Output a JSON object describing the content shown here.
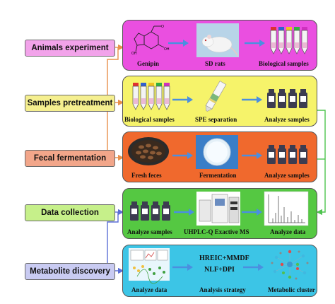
{
  "stages": [
    {
      "label": "Animals experiment",
      "color": "#f2a3ea"
    },
    {
      "label": "Samples pretreatment",
      "color": "#f5ef8f"
    },
    {
      "label": "Fecal fermentation",
      "color": "#f2a68a"
    },
    {
      "label": "Data collection",
      "color": "#c6f08a"
    },
    {
      "label": "Metabolite discovery",
      "color": "#c9cbf2"
    }
  ],
  "panels": [
    {
      "color": "#ea4fe0",
      "captions": [
        "Genipin",
        "SD rats",
        "Biological samples"
      ]
    },
    {
      "color": "#f6f36a",
      "captions": [
        "Biological samples",
        "SPE separation",
        "Analyze samples"
      ]
    },
    {
      "color": "#f0692d",
      "captions": [
        "Fresh feces",
        "Fermentation",
        "Analyze samples"
      ]
    },
    {
      "color": "#55c842",
      "captions": [
        "Analyze samples",
        "UHPLC-Q Exactive MS",
        "Analyze data"
      ]
    },
    {
      "color": "#3cc5e6",
      "captions": [
        "Analyze data",
        "Analysis strategy",
        "Metabolic cluster"
      ]
    }
  ],
  "strategy_lines": [
    "HREIC+MMDF",
    "NLF+DPI"
  ],
  "colors": {
    "connector_orange": "#e8904b",
    "connector_green": "#4ec44e",
    "connector_blue": "#5b6ed6",
    "arrow_blue": "#4a8fe0",
    "vial_dark": "#3c3c50"
  }
}
